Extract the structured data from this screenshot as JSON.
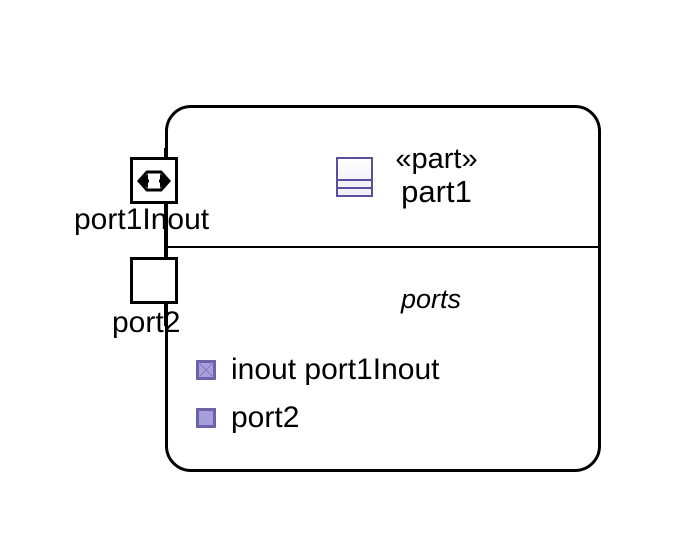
{
  "diagram": {
    "type": "sysml-part-definition",
    "colors": {
      "outline": "#000000",
      "accent_purple": "#5B4E9E",
      "icon_fill": "#A5A0DC",
      "icon_border": "#6E63A8",
      "background": "#ffffff"
    }
  },
  "part": {
    "stereotype": "«part»",
    "name": "part1",
    "icon_name": "part-block-icon"
  },
  "compartments": {
    "ports": {
      "title": "ports",
      "items": [
        {
          "label": "inout port1Inout",
          "icon_name": "inout-port-icon"
        },
        {
          "label": "port2",
          "icon_name": "port-icon"
        }
      ]
    }
  },
  "boundary_ports": [
    {
      "id": "port1Inout",
      "label": "port1Inout",
      "shape": "square",
      "icon_name": "bidirectional-arrow-icon",
      "direction": "inout"
    },
    {
      "id": "port2",
      "label": "port2",
      "shape": "square",
      "icon_name": "empty-square-icon",
      "direction": ""
    }
  ]
}
